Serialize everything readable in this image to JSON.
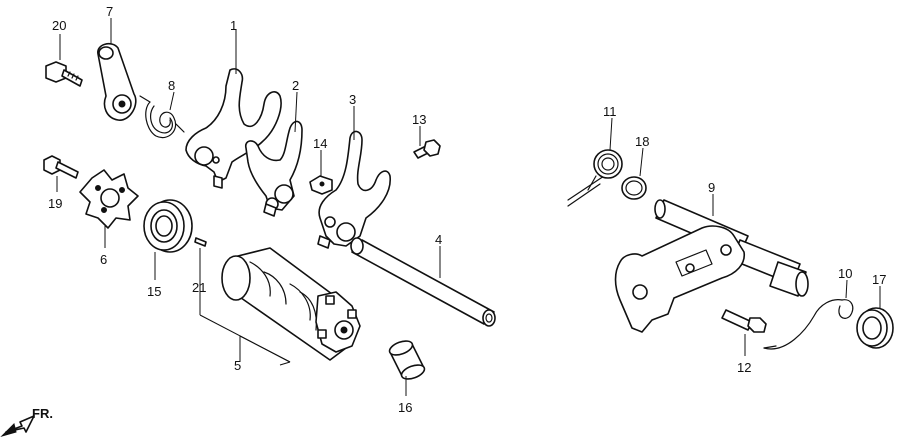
{
  "diagram": {
    "front_marker": "FR.",
    "labels": [
      {
        "id": "l1",
        "text": "1"
      },
      {
        "id": "l2",
        "text": "2"
      },
      {
        "id": "l3",
        "text": "3"
      },
      {
        "id": "l4",
        "text": "4"
      },
      {
        "id": "l5",
        "text": "5"
      },
      {
        "id": "l6",
        "text": "6"
      },
      {
        "id": "l7",
        "text": "7"
      },
      {
        "id": "l8",
        "text": "8"
      },
      {
        "id": "l9",
        "text": "9"
      },
      {
        "id": "l10",
        "text": "10"
      },
      {
        "id": "l11",
        "text": "11"
      },
      {
        "id": "l12",
        "text": "12"
      },
      {
        "id": "l13",
        "text": "13"
      },
      {
        "id": "l14",
        "text": "14"
      },
      {
        "id": "l15",
        "text": "15"
      },
      {
        "id": "l16",
        "text": "16"
      },
      {
        "id": "l17",
        "text": "17"
      },
      {
        "id": "l18",
        "text": "18"
      },
      {
        "id": "l19",
        "text": "19"
      },
      {
        "id": "l20",
        "text": "20"
      },
      {
        "id": "l21",
        "text": "21"
      }
    ]
  }
}
